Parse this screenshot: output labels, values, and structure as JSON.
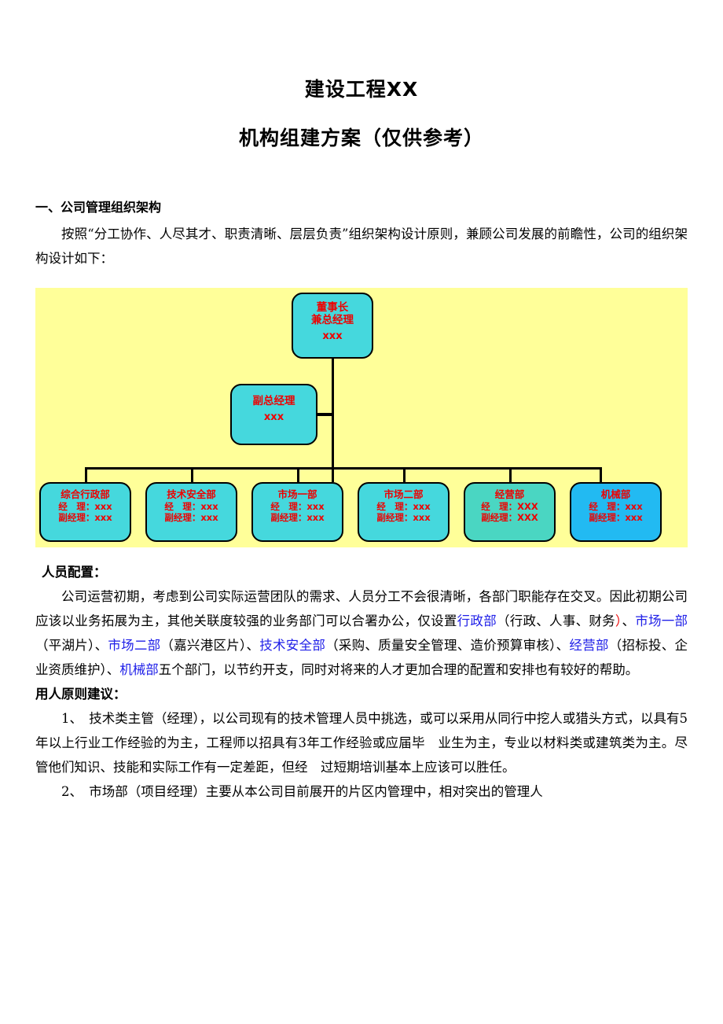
{
  "document": {
    "title_line1": "建设工程XX",
    "title_line2": "机构组建方案（仅供参考）",
    "section1_heading": "一、公司管理组织架构",
    "intro_paragraph": "按照“分工协作、人尽其才、职责清晰、层层负责”组织架构设计原则，兼顾公司发展的前瞻性，公司的组织架构设计如下：",
    "staffing_heading": "人员配置：",
    "staffing_paragraph_lead": "公司运营初期，考虑到公司实际运营团队的需求、人员分工不会很清晰，各部门职能存在交叉。因此初期公司应该以业务拓展为主，其他关联度较强的业务部门可以合署办公，仅设置",
    "staffing_segments": [
      {
        "text": "行政部",
        "color": "#2020e8"
      },
      {
        "text": "（行政、人事、财务",
        "color": "#000000"
      },
      {
        "text": "）",
        "color": "#ee1111"
      },
      {
        "text": "、",
        "color": "#000000"
      },
      {
        "text": "市场一部",
        "color": "#2020e8"
      },
      {
        "text": "（平湖片）、",
        "color": "#000000"
      },
      {
        "text": "市场二部",
        "color": "#2020e8"
      },
      {
        "text": "（嘉兴港区片）、",
        "color": "#000000"
      },
      {
        "text": "技术安全部",
        "color": "#2020e8"
      },
      {
        "text": "（采购、质量安全管理、造价预算审核）、",
        "color": "#000000"
      },
      {
        "text": "经营部",
        "color": "#2020e8"
      },
      {
        "text": "（招标投、企业资质维护）、",
        "color": "#000000"
      },
      {
        "text": "机械部",
        "color": "#2020e8"
      },
      {
        "text": "五个部门，以节约开支，同时对将来的人才更加合理的配置和安排也有较好的帮助。",
        "color": "#000000"
      }
    ],
    "principles_heading": "用人原则建议：",
    "principle_items": [
      "1、　技术类主管（经理），以公司现有的技术管理人员中挑选，或可以采用从同行中挖人或猎头方式，以具有5年以上行业工作经验的为主，工程师以招具有3年工作经验或应届毕　业生为主，专业以材料类或建筑类为主。尽管他们知识、技能和实际工作有一定差距，但经　过短期培训基本上应该可以胜任。",
      "2、　市场部（项目经理）主要从本公司目前展开的片区内管理中，相对突出的管理人"
    ]
  },
  "org_chart": {
    "background_color": "#ffff99",
    "node_fill": "#45d8dd",
    "node_text_color": "#ee0000",
    "top": {
      "line1": "董事长",
      "line2": "兼总经理",
      "name": "xxx"
    },
    "vice": {
      "line1": "副总经理",
      "name": "xxx"
    },
    "departments": [
      {
        "title": "综合行政部",
        "manager": "经　理：xxx",
        "deputy": "副经理：xxx",
        "fill": "#45d8dd"
      },
      {
        "title": "技术安全部",
        "manager": "经　理：xxx",
        "deputy": "副经理：xxx",
        "fill": "#45d8dd"
      },
      {
        "title": "市场一部",
        "manager": "经　理：xxx",
        "deputy": "副经理：xxx",
        "fill": "#45d8dd"
      },
      {
        "title": "市场二部",
        "manager": "经　理：xxx",
        "deputy": "副经理：xxx",
        "fill": "#45d8dd"
      },
      {
        "title": "经营部",
        "manager": "经　理：XXX",
        "deputy": "副经理：XXX",
        "fill": "#4ad6c2"
      },
      {
        "title": "机械部",
        "manager": "经　理：xxx",
        "deputy": "副经理：xxx",
        "fill": "#22baf2"
      }
    ]
  }
}
